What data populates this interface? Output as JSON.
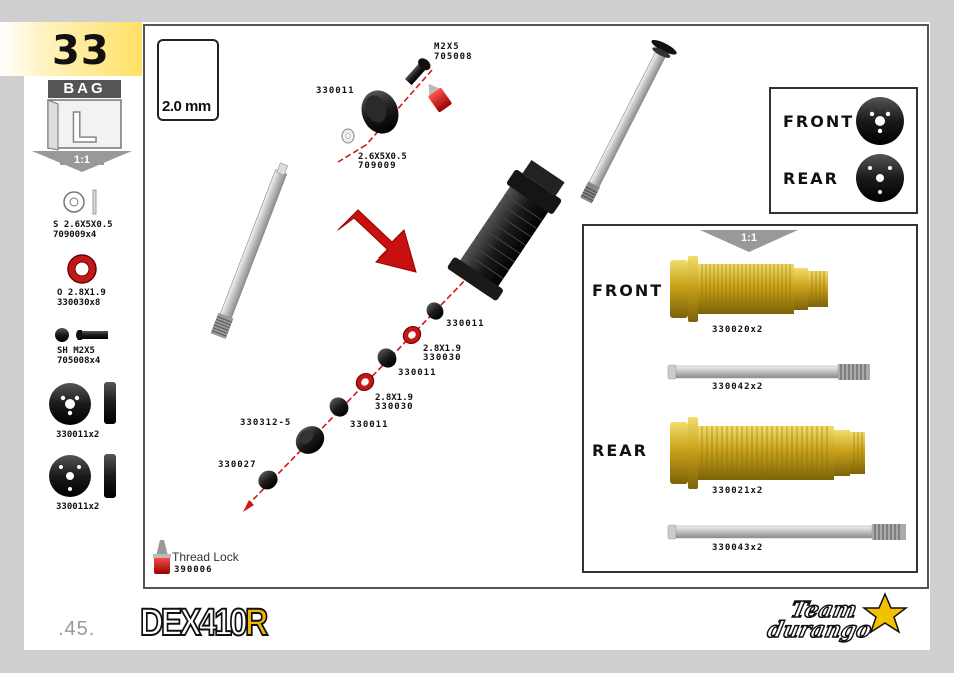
{
  "step": {
    "number": "33",
    "page_number": ".45."
  },
  "bag": {
    "label": "BAG",
    "letter": "L",
    "scale": "1:1"
  },
  "tool": {
    "size": "2.0 mm",
    "icon": "hex-key-icon"
  },
  "sidebar_parts": [
    {
      "name": "S 2.6X5X0.5",
      "code": "709009x4",
      "icon": "washer-icon"
    },
    {
      "name": "O 2.8X1.9",
      "code": "330030x8",
      "icon": "o-ring-icon"
    },
    {
      "name": "SH M2X5",
      "code": "705008x4",
      "icon": "screw-icon"
    },
    {
      "code": "330011x2",
      "icon": "piston-front-icon"
    },
    {
      "code": "330011x2",
      "icon": "piston-rear-icon"
    }
  ],
  "callouts": {
    "screw": {
      "name": "M2X5",
      "code": "705008"
    },
    "piston_top": "330011",
    "washer": {
      "name": "2.6X5X0.5",
      "code": "709009"
    },
    "seal1": "330011",
    "oring1": {
      "name": "2.8X1.9",
      "code": "330030"
    },
    "seal2": "330011",
    "oring2": {
      "name": "2.8X1.9",
      "code": "330030"
    },
    "seal3": "330011",
    "bushing": "330312-5",
    "cap": "330027"
  },
  "thread_lock": {
    "label": "Thread Lock",
    "code": "390006"
  },
  "piston_legend": {
    "front": "FRONT",
    "rear": "REAR"
  },
  "parts_panel": {
    "scale": "1:1",
    "front_label": "FRONT",
    "rear_label": "REAR",
    "front_body": "330020x2",
    "front_shaft": "330042x2",
    "rear_body": "330021x2",
    "rear_shaft": "330043x2"
  },
  "logos": {
    "model_main": "DEX410",
    "model_suffix": "R",
    "brand_line1": "Team",
    "brand_line2": "durango"
  },
  "colors": {
    "accent_yellow": "#ffe066",
    "arrow_red": "#d01818",
    "part_red": "#c41818",
    "gold": "#d4b020"
  }
}
